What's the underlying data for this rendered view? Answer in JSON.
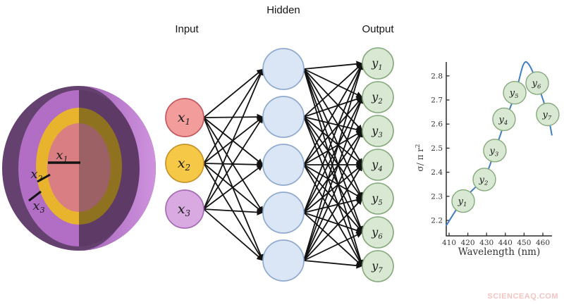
{
  "sphere": {
    "radius_labels": [
      {
        "base": "x",
        "sub": "1"
      },
      {
        "base": "x",
        "sub": "2"
      },
      {
        "base": "x",
        "sub": "3"
      }
    ],
    "colors": {
      "outer_shadow": "#654170",
      "crescent_inner": "#a463ba",
      "crescent_outer": "#cf93de",
      "shell_light": "#b26ec4",
      "shell_shadow": "#5e3b67",
      "gold_light": "#e9b42d",
      "gold_shadow": "#8f721f",
      "core_light": "#d97f83",
      "core_shadow": "#9c6164"
    }
  },
  "network": {
    "layer_labels": {
      "input": "Input",
      "hidden": "Hidden",
      "output": "Output"
    },
    "input_nodes": [
      {
        "base": "x",
        "sub": "1",
        "fill": "#f29d9c",
        "stroke": "#c4585e"
      },
      {
        "base": "x",
        "sub": "2",
        "fill": "#f6c847",
        "stroke": "#c8932a"
      },
      {
        "base": "x",
        "sub": "3",
        "fill": "#d9a9e1",
        "stroke": "#a76ab4"
      }
    ],
    "hidden_layer": {
      "count": 5,
      "fill": "#dae6f6",
      "stroke": "#90aace"
    },
    "output_nodes": [
      {
        "base": "y",
        "sub": "1"
      },
      {
        "base": "y",
        "sub": "2"
      },
      {
        "base": "y",
        "sub": "3"
      },
      {
        "base": "y",
        "sub": "4"
      },
      {
        "base": "y",
        "sub": "5"
      },
      {
        "base": "y",
        "sub": "6"
      },
      {
        "base": "y",
        "sub": "7"
      }
    ],
    "output_style": {
      "fill": "#d9e8d2",
      "stroke": "#84a97b"
    },
    "edge_color": "#121212"
  },
  "chart_data": {
    "type": "line",
    "title": "",
    "xlabel": "Wavelength (nm)",
    "ylabel": "σ/ π r²",
    "ylabel_parts": {
      "pre": "σ/ π r",
      "sup": "2"
    },
    "x_ticks": [
      410,
      420,
      430,
      440,
      450,
      460
    ],
    "y_ticks": [
      2.2,
      2.3,
      2.4,
      2.5,
      2.6,
      2.7,
      2.8
    ],
    "xlim": [
      408.5,
      464.9
    ],
    "ylim": [
      2.14,
      2.86
    ],
    "grid": false,
    "legend": false,
    "curve_color": "#3f7fc2",
    "curve_points": [
      [
        408.6,
        2.18
      ],
      [
        417.5,
        2.285
      ],
      [
        428.8,
        2.38
      ],
      [
        434.4,
        2.49
      ],
      [
        440.0,
        2.615
      ],
      [
        445.5,
        2.73
      ],
      [
        449.5,
        2.845
      ],
      [
        452.5,
        2.848
      ],
      [
        457.0,
        2.77
      ],
      [
        462.5,
        2.64
      ],
      [
        464.8,
        2.555
      ]
    ],
    "markers": [
      {
        "base": "y",
        "sub": "1",
        "x": 417.5,
        "y": 2.28
      },
      {
        "base": "y",
        "sub": "2",
        "x": 428.8,
        "y": 2.37
      },
      {
        "base": "y",
        "sub": "3",
        "x": 434.4,
        "y": 2.49
      },
      {
        "base": "y",
        "sub": "4",
        "x": 439.3,
        "y": 2.62
      },
      {
        "base": "y",
        "sub": "5",
        "x": 445.0,
        "y": 2.73
      },
      {
        "base": "y",
        "sub": "6",
        "x": 457.0,
        "y": 2.77
      },
      {
        "base": "y",
        "sub": "7",
        "x": 462.6,
        "y": 2.64
      }
    ],
    "marker_style": {
      "fill": "#d9e8d2",
      "stroke": "#84a97b",
      "radius_px": 16
    }
  },
  "watermark": {
    "text": "SCIENCEAQ.COM",
    "color": "#f3c5c3"
  }
}
